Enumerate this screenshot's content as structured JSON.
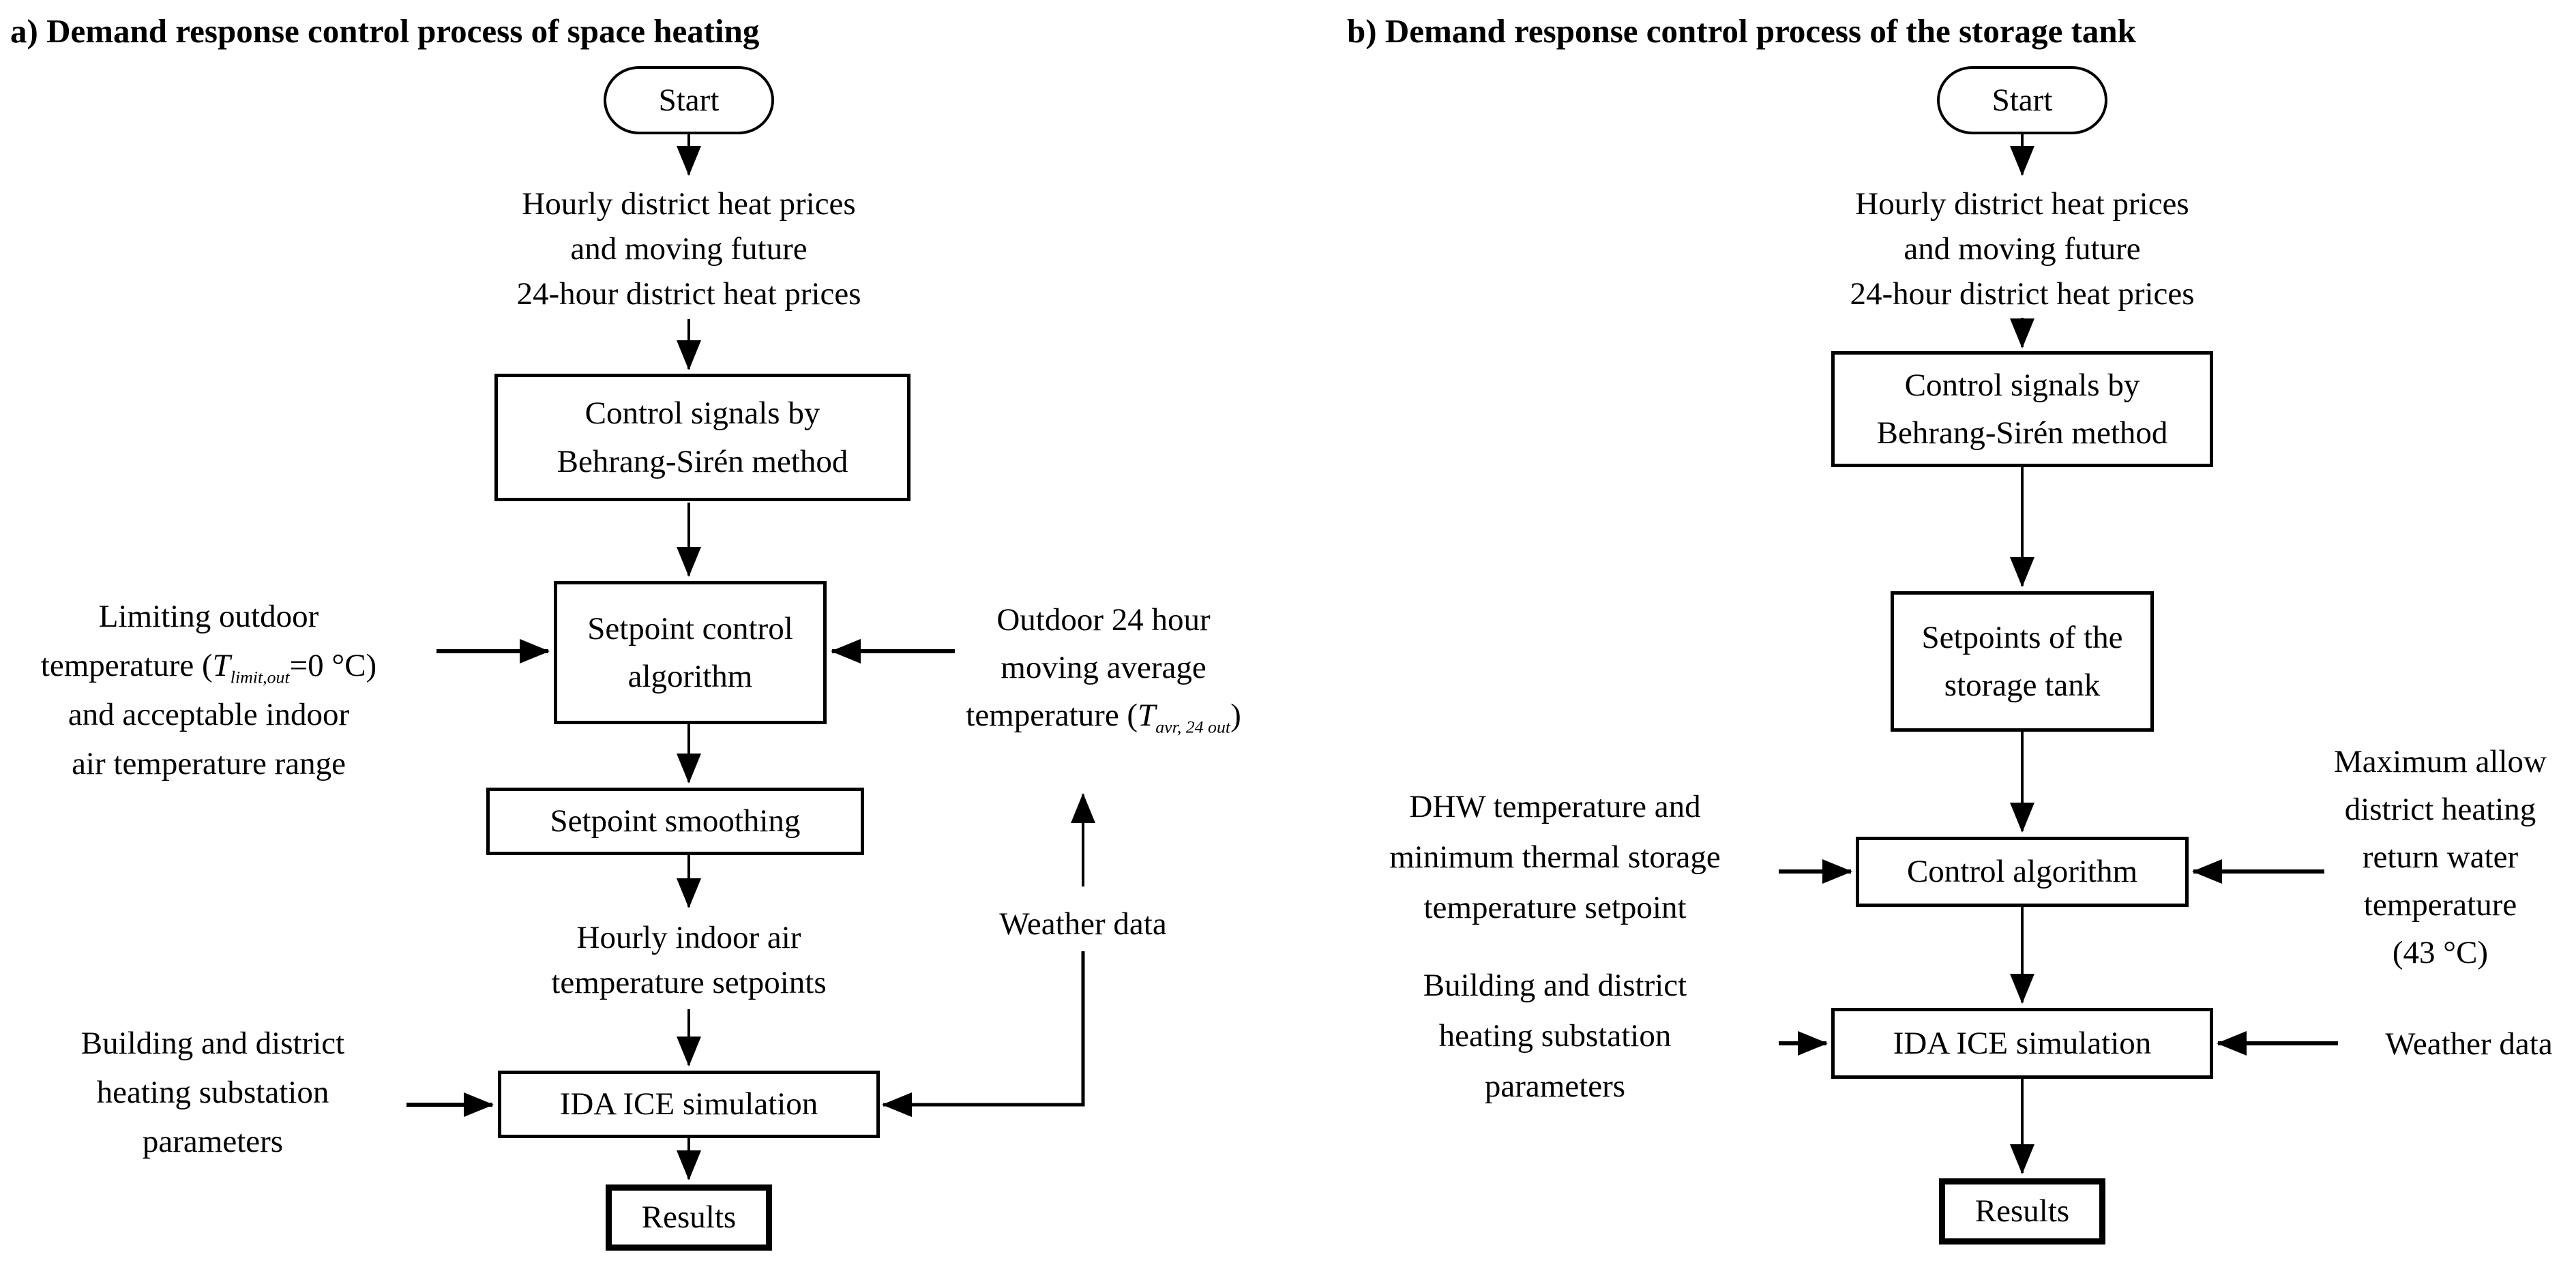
{
  "panel_a": {
    "title": "a) Demand response control process of space heating",
    "start": "Start",
    "price_input": {
      "line1": "Hourly district heat prices",
      "line2": "and moving future",
      "line3": "24-hour district heat prices"
    },
    "control_signals_box": {
      "line1": "Control signals by",
      "line2": "Behrang-Sirén method"
    },
    "setpoint_control_box": {
      "line1": "Setpoint control",
      "line2": "algorithm"
    },
    "limit_label": {
      "line1": "Limiting outdoor",
      "line2_prefix": "temperature (",
      "line2_symbol": "T",
      "line2_sub": "limit,out",
      "line2_suffix": "=0 °C)",
      "line3": "and acceptable indoor",
      "line4": "air temperature range"
    },
    "outdoor_label": {
      "line1": "Outdoor 24 hour",
      "line2": "moving average",
      "line3_prefix": "temperature (",
      "line3_symbol": "T",
      "line3_sub": "avr, 24 out",
      "line3_suffix": ")"
    },
    "smoothing_box": "Setpoint smoothing",
    "indoor_setpoints_label": {
      "line1": "Hourly indoor air",
      "line2": "temperature setpoints"
    },
    "building_label": {
      "line1": "Building and district",
      "line2": "heating substation",
      "line3": "parameters"
    },
    "weather_label": "Weather data",
    "ida_box": "IDA ICE simulation",
    "results_box": "Results"
  },
  "panel_b": {
    "title": "b) Demand response control process of the storage tank",
    "start": "Start",
    "price_input": {
      "line1": "Hourly district heat prices",
      "line2": "and moving future",
      "line3": "24-hour district heat prices"
    },
    "control_signals_box": {
      "line1": "Control signals by",
      "line2": "Behrang-Sirén method"
    },
    "setpoints_box": {
      "line1": "Setpoints of the",
      "line2": "storage tank"
    },
    "dhw_label": {
      "line1": "DHW temperature and",
      "line2": "minimum thermal storage",
      "line3": "temperature setpoint"
    },
    "control_algorithm_box": "Control algorithm",
    "max_return_label": {
      "line1": "Maximum allow",
      "line2": "district heating",
      "line3": "return water",
      "line4": "temperature",
      "line5": "(43 °C)"
    },
    "building_label": {
      "line1": "Building and district",
      "line2": "heating substation",
      "line3": "parameters"
    },
    "weather_label": "Weather data",
    "ida_box": "IDA ICE simulation",
    "results_box": "Results"
  },
  "colors": {
    "ink": "#000000",
    "background": "#ffffff"
  }
}
